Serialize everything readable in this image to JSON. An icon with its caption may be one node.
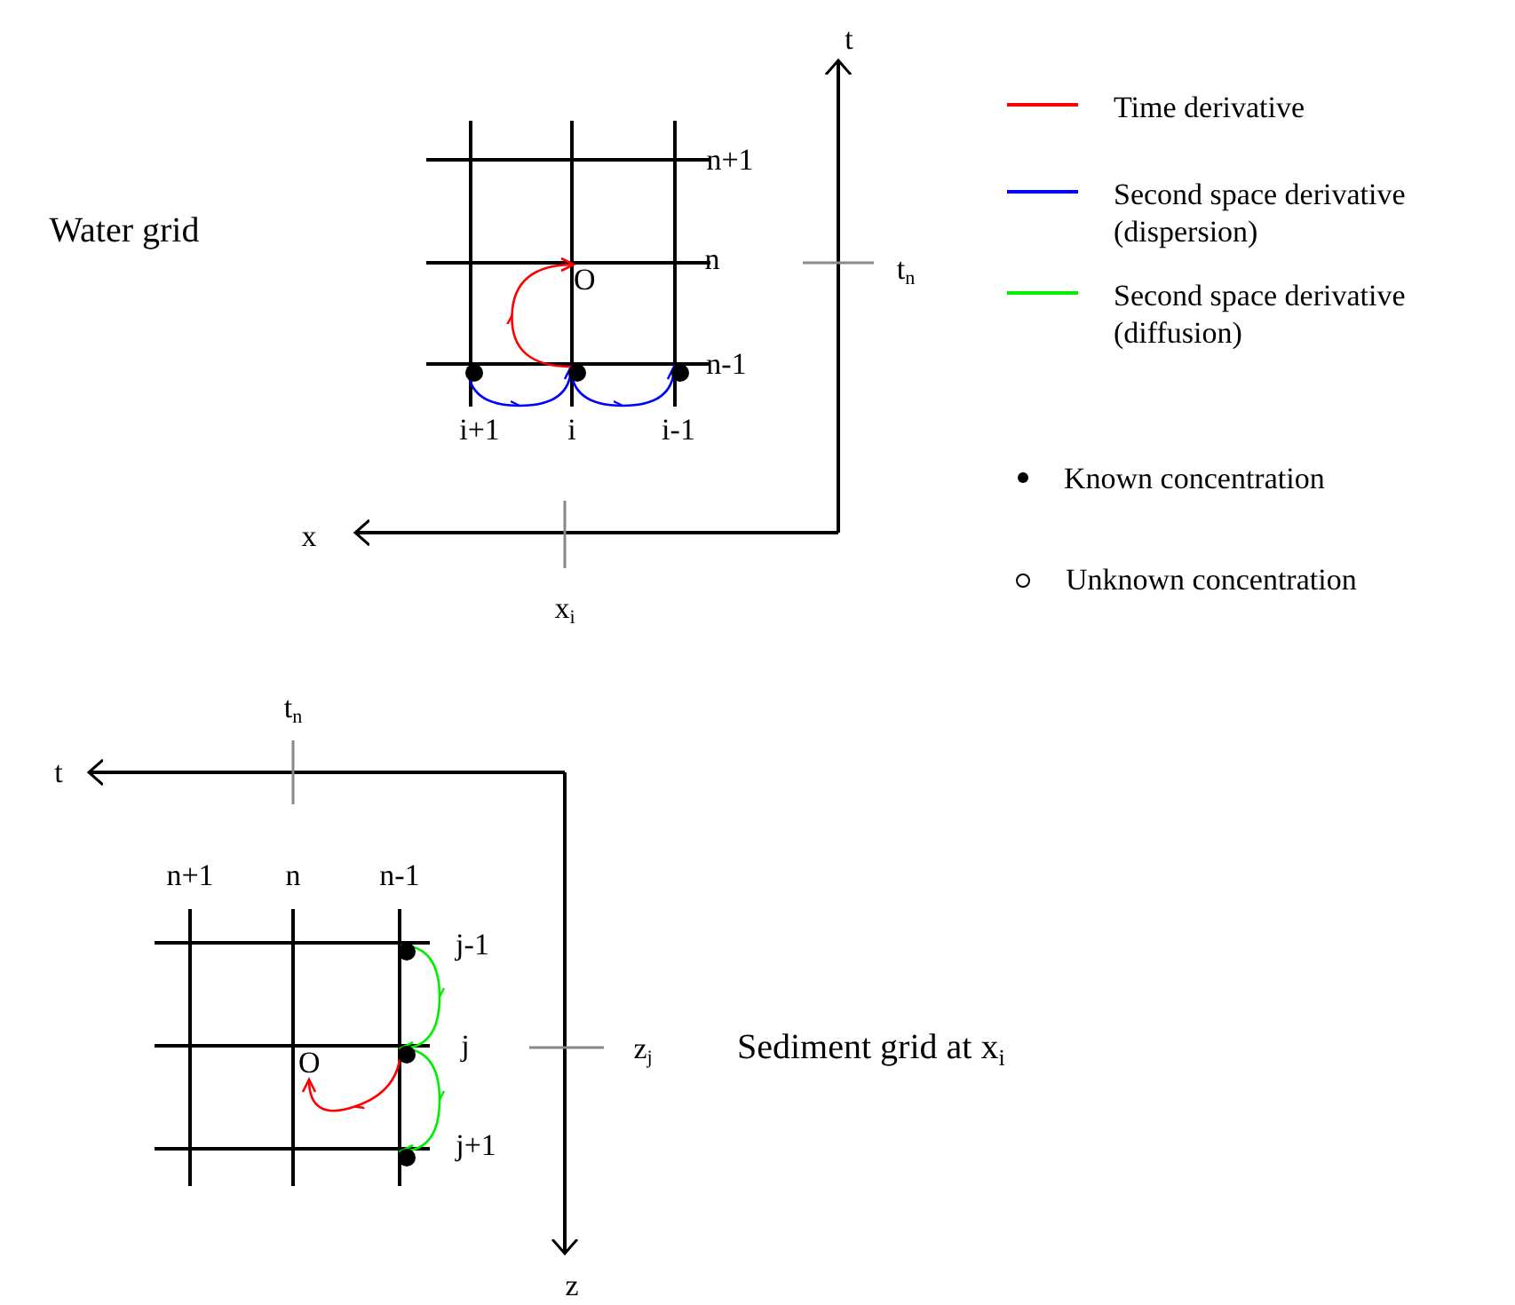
{
  "diagram": {
    "nodes": [
      {
        "text": [
          "O"
        ]
      },
      {
        "text": [],
        "shape": "circle"
      },
      {
        "text": [],
        "shape": "circle"
      },
      {
        "text": [],
        "shape": "circle"
      },
      {
        "text": [
          "O"
        ]
      },
      {
        "text": [],
        "shape": "circle"
      },
      {
        "text": [],
        "shape": "circle"
      },
      {
        "text": [],
        "shape": "circle"
      }
    ],
    "edges": [
      {
        "from": 1,
        "to": 2,
        "arrow": "to",
        "color": "#0000ff"
      },
      {
        "from": 2,
        "to": 3,
        "arrow": "to",
        "color": "#0000ff"
      },
      {
        "from": 2,
        "to": 0,
        "arrow": "to",
        "color": "#ff0000"
      },
      {
        "from": 5,
        "to": 6,
        "arrow": "to",
        "color": "#00ee00"
      },
      {
        "from": 6,
        "to": 7,
        "arrow": "to",
        "color": "#00ee00"
      },
      {
        "from": 6,
        "to": 4,
        "arrow": "to",
        "color": "#ff0000"
      }
    ],
    "labels": [
      "t",
      "Water grid",
      "n+1",
      "n",
      "t$_{n}$",
      "n-1",
      "i+1",
      "i",
      "i-1",
      "x",
      "x$_{i}$",
      "t$_{n}$",
      "t",
      "n+1",
      "n",
      "n-1",
      "j-1",
      "j",
      "z$_{j}$",
      "Sediment grid at x$_{i}$",
      "j+1",
      "z"
    ],
    "legend": [
      {
        "text": "Time derivative",
        "color": "#ff0000"
      },
      {
        "text": "Second space derivative (dispersion)",
        "color": "#0000ff"
      },
      {
        "text": "Second space derivative (diffusion)",
        "color": "#00ee00"
      },
      {
        "text": "Known concentration"
      },
      {
        "text": "Unknown concentration"
      }
    ]
  }
}
